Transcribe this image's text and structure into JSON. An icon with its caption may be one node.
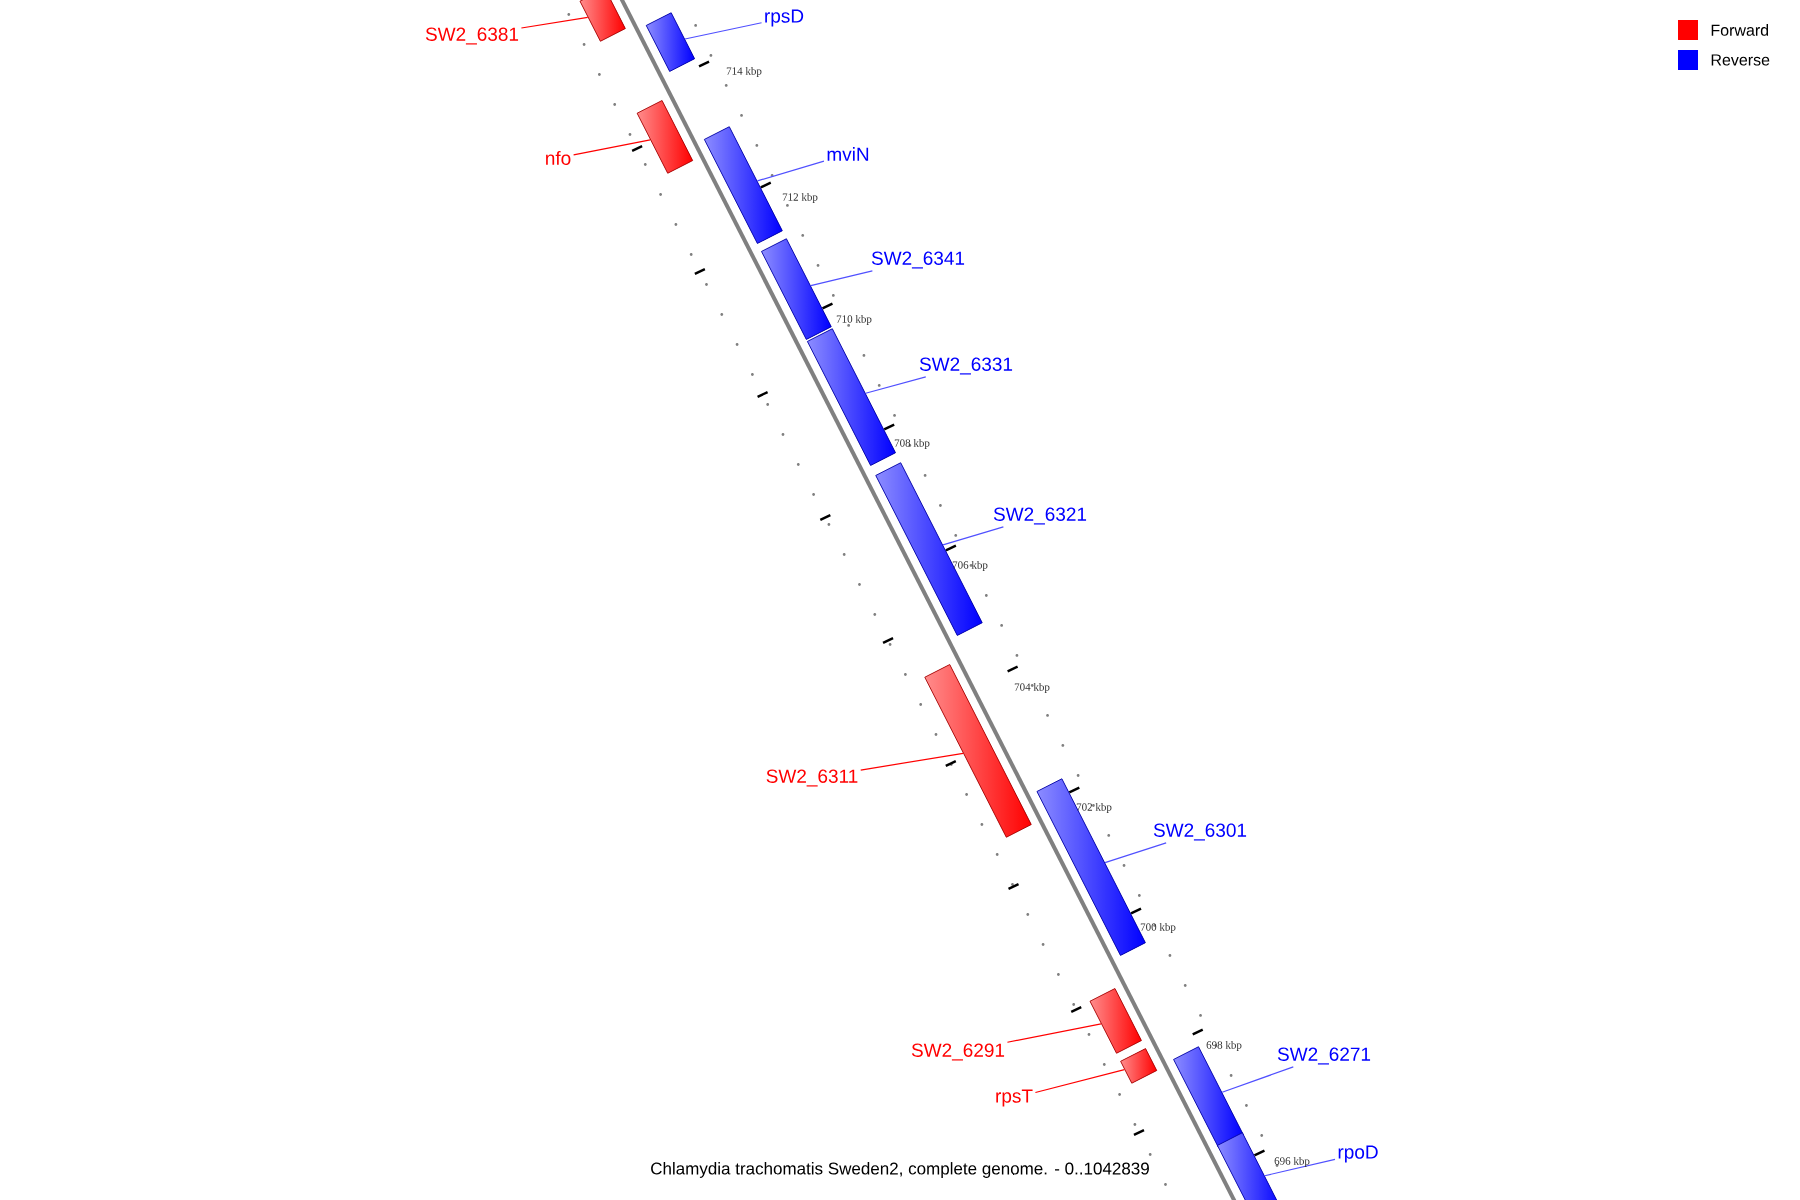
{
  "diagram": {
    "caption": "Chlamydia trachomatis Sweden2, complete genome. - 0..1042839",
    "nodes": [
      {
        "text": [
          "SW2_6381"
        ]
      },
      {
        "text": [],
        "shape": "bar"
      },
      {
        "text": [
          "rpsD"
        ]
      },
      {
        "text": [],
        "shape": "bar"
      },
      {
        "text": [
          "nfo"
        ]
      },
      {
        "text": [],
        "shape": "bar"
      },
      {
        "text": [
          "mviN"
        ]
      },
      {
        "text": [],
        "shape": "bar"
      },
      {
        "text": [
          "SW2_6341"
        ]
      },
      {
        "text": [],
        "shape": "bar"
      },
      {
        "text": [
          "SW2_6331"
        ]
      },
      {
        "text": [],
        "shape": "bar"
      },
      {
        "text": [
          "SW2_6321"
        ]
      },
      {
        "text": [],
        "shape": "bar"
      },
      {
        "text": [
          "SW2_6311"
        ]
      },
      {
        "text": [],
        "shape": "bar"
      },
      {
        "text": [
          "SW2_6301"
        ]
      },
      {
        "text": [],
        "shape": "bar"
      },
      {
        "text": [
          "SW2_6291"
        ]
      },
      {
        "text": [],
        "shape": "bar"
      },
      {
        "text": [
          "rpsT"
        ]
      },
      {
        "text": [],
        "shape": "bar"
      },
      {
        "text": [
          "SW2_6271"
        ]
      },
      {
        "text": [],
        "shape": "bar"
      },
      {
        "text": [
          "rpoD"
        ]
      },
      {
        "text": [],
        "shape": "bar"
      }
    ],
    "edges": [
      {
        "from": 0,
        "to": 1,
        "arrow": "none",
        "color": "#ff0000"
      },
      {
        "from": 2,
        "to": 3,
        "arrow": "none"
      },
      {
        "from": 4,
        "to": 5,
        "arrow": "none",
        "color": "#ff0000"
      },
      {
        "from": 6,
        "to": 7,
        "arrow": "none"
      },
      {
        "from": 8,
        "to": 9,
        "arrow": "none"
      },
      {
        "from": 10,
        "to": 11,
        "arrow": "none"
      },
      {
        "from": 12,
        "to": 13,
        "arrow": "none"
      },
      {
        "from": 14,
        "to": 15,
        "arrow": "none",
        "color": "#ff0000"
      },
      {
        "from": 16,
        "to": 17,
        "arrow": "none"
      },
      {
        "from": 18,
        "to": 19,
        "arrow": "none",
        "color": "#ff0000"
      },
      {
        "from": 20,
        "to": 21,
        "arrow": "none",
        "color": "#ff0000"
      },
      {
        "from": 22,
        "to": 23,
        "arrow": "none"
      },
      {
        "from": 24,
        "to": 25,
        "arrow": "none"
      }
    ],
    "labels": [
      "714 kbp",
      "712 kbp",
      "710 kbp",
      "708 kbp",
      "706 kbp",
      "704 kbp",
      "702 kbp",
      "700 kbp",
      "698 kbp",
      "696 kbp"
    ],
    "legend": [
      {
        "text": "Forward",
        "color": "#ff0000"
      },
      {
        "text": "Reverse",
        "color": "#0000ff"
      }
    ]
  }
}
